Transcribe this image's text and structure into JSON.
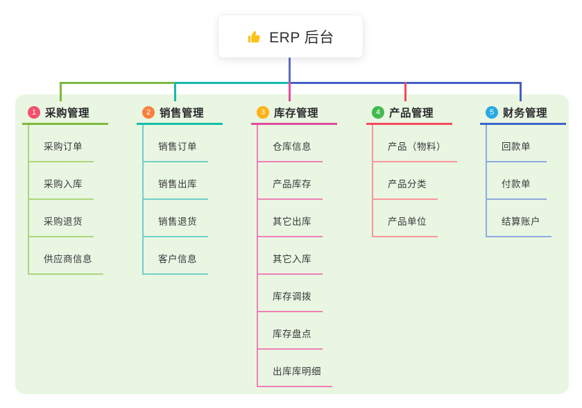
{
  "root": {
    "icon": "thumbs-up-icon",
    "label": "ERP 后台"
  },
  "colors": {
    "panel_bg": "#e9f6e2",
    "trunk": "#5c6bc0",
    "segment_green": "#7cb93e",
    "segment_teal": "#14bcab",
    "segment_blue": "#4460c4",
    "drop_pink": "#e04c9e",
    "drop_red": "#f5495c"
  },
  "branches": [
    {
      "num": "1",
      "title": "采购管理",
      "badge_color": "#f4516c",
      "line_color": "#7cb93e",
      "sub_color": "#abd67c",
      "items": [
        "采购订单",
        "采购入库",
        "采购退货",
        "供应商信息"
      ]
    },
    {
      "num": "2",
      "title": "销售管理",
      "badge_color": "#f8823b",
      "line_color": "#14bcab",
      "sub_color": "#6fd0c5",
      "items": [
        "销售订单",
        "销售出库",
        "销售退货",
        "客户信息"
      ]
    },
    {
      "num": "3",
      "title": "库存管理",
      "badge_color": "#ffb116",
      "line_color": "#e04c9e",
      "sub_color": "#f07fb7",
      "items": [
        "仓库信息",
        "产品库存",
        "其它出库",
        "其它入库",
        "库存调拨",
        "库存盘点",
        "出库库明细"
      ]
    },
    {
      "num": "4",
      "title": "产品管理",
      "badge_color": "#42b94f",
      "line_color": "#f5495c",
      "sub_color": "#f9959a",
      "items": [
        "产品（物料）",
        "产品分类",
        "产品单位"
      ]
    },
    {
      "num": "5",
      "title": "财务管理",
      "badge_color": "#29a9e1",
      "line_color": "#3b64c8",
      "sub_color": "#8ea9e0",
      "items": [
        "回款单",
        "付款单",
        "结算账户"
      ]
    }
  ]
}
